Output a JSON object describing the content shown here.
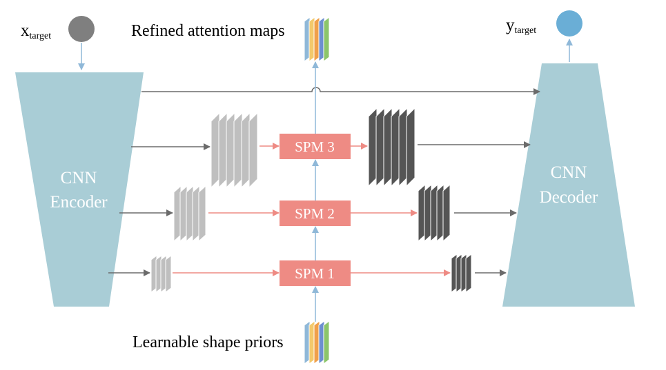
{
  "labels": {
    "x_main": "x",
    "x_sub": "target",
    "y_main": "y",
    "y_sub": "target",
    "refined": "Refined attention maps",
    "learnable": "Learnable shape priors",
    "encoder_line1": "CNN",
    "encoder_line2": "Encoder",
    "decoder_line1": "CNN",
    "decoder_line2": "Decoder",
    "spm1": "SPM 1",
    "spm2": "SPM 2",
    "spm3": "SPM 3"
  },
  "colors": {
    "trapezoid": "#a9cdd6",
    "x_circle": "#7f7f7f",
    "y_circle": "#6aaed6",
    "spm_fill": "#ee8b84",
    "gray_arrow": "#6b6b6b",
    "red_arrow": "#ee8b84",
    "blue_arrow": "#8fb8d8",
    "light_stack": "#bfbfbf",
    "dark_stack": "#555555",
    "prior_colors": [
      "#8fb8d8",
      "#f3c96b",
      "#f0a04a",
      "#6d8fd0",
      "#8cc56a"
    ]
  }
}
